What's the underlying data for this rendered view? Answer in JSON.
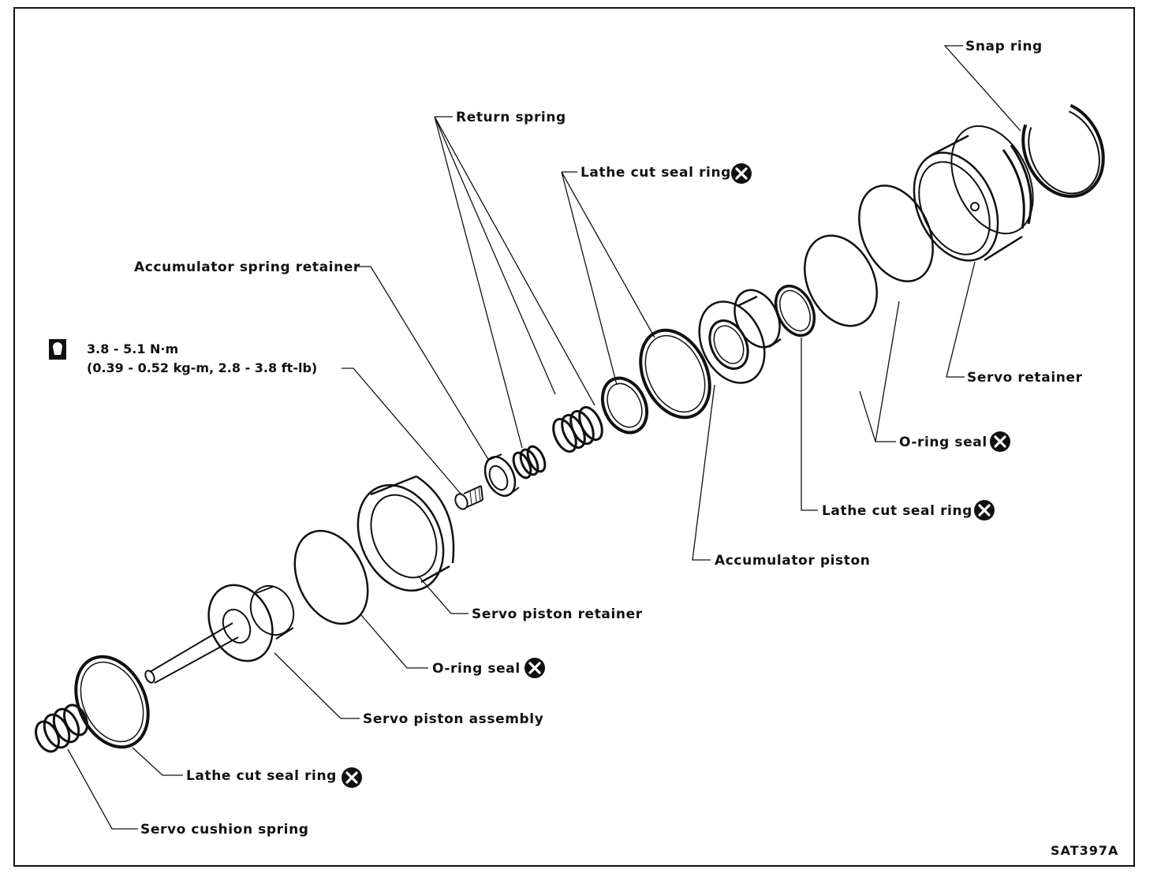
{
  "labels": {
    "snap_ring": "Snap ring",
    "return_spring": "Return spring",
    "lathe_cut_seal_ring_top": "Lathe cut seal ring",
    "accumulator_spring_retainer": "Accumulator spring retainer",
    "servo_retainer": "Servo retainer",
    "o_ring_seal_right": "O-ring seal",
    "lathe_cut_seal_ring_right": "Lathe cut seal ring",
    "accumulator_piston": "Accumulator piston",
    "servo_piston_retainer": "Servo piston retainer",
    "o_ring_seal_lower": "O-ring seal",
    "servo_piston_assembly": "Servo piston assembly",
    "lathe_cut_seal_ring_lower": "Lathe cut seal ring",
    "servo_cushion_spring": "Servo cushion spring"
  },
  "torque": {
    "line1": "3.8 - 5.1 N·m",
    "line2": "(0.39 - 0.52 kg-m, 2.8 - 3.8 ft-lb)"
  },
  "reference_code": "SAT397A",
  "icons": {
    "replace": "x-circle-icon",
    "torque": "wrench-icon"
  },
  "colors": {
    "ink": "#111111",
    "paper": "#ffffff"
  }
}
